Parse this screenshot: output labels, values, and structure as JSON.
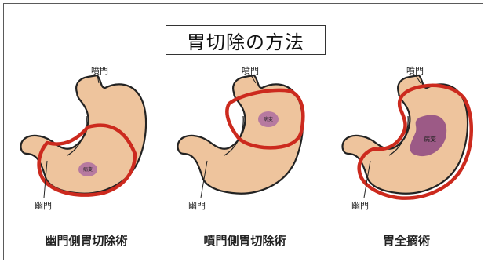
{
  "title": "胃切除の方法",
  "panels": [
    {
      "caption": "幽門側胃切除術",
      "label_cardia": "噴門",
      "label_pylorus": "幽門",
      "tumor_label": "病変"
    },
    {
      "caption": "噴門側胃切除術",
      "label_cardia": "噴門",
      "label_pylorus": "幽門",
      "tumor_label": "病変"
    },
    {
      "caption": "胃全摘術",
      "label_cardia": "噴門",
      "label_pylorus": "幽門",
      "tumor_label": "病変"
    }
  ],
  "colors": {
    "stomach_fill": "#eec49d",
    "stomach_outline": "#222222",
    "resection_line": "#cc2a1e",
    "tumor_small": "#b77aa0",
    "tumor_large": "#9c5a86"
  }
}
